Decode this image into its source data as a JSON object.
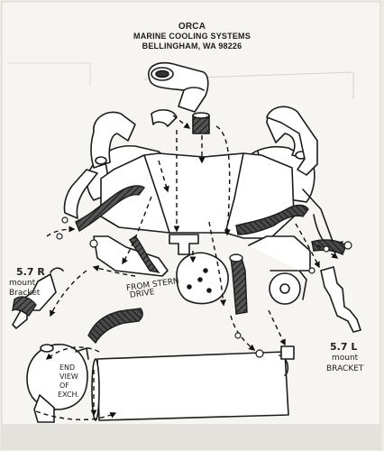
{
  "header": {
    "company": "ORCA",
    "product": "MARINE COOLING SYSTEMS",
    "location": "BELLINGHAM, WA  98226"
  },
  "labels": {
    "mount_right": {
      "line1": "5.7 R",
      "line2": "mount",
      "line3": "Bracket"
    },
    "mount_left": {
      "line1": "5.7 L",
      "line2": "mount",
      "line3": "BRACKET"
    },
    "from_stern": {
      "line1": "FROM STERN",
      "line2": "DRIVE"
    },
    "end_view": {
      "line1": "END",
      "line2": "VIEW",
      "line3": "OF",
      "line4": "EXCH."
    }
  }
}
